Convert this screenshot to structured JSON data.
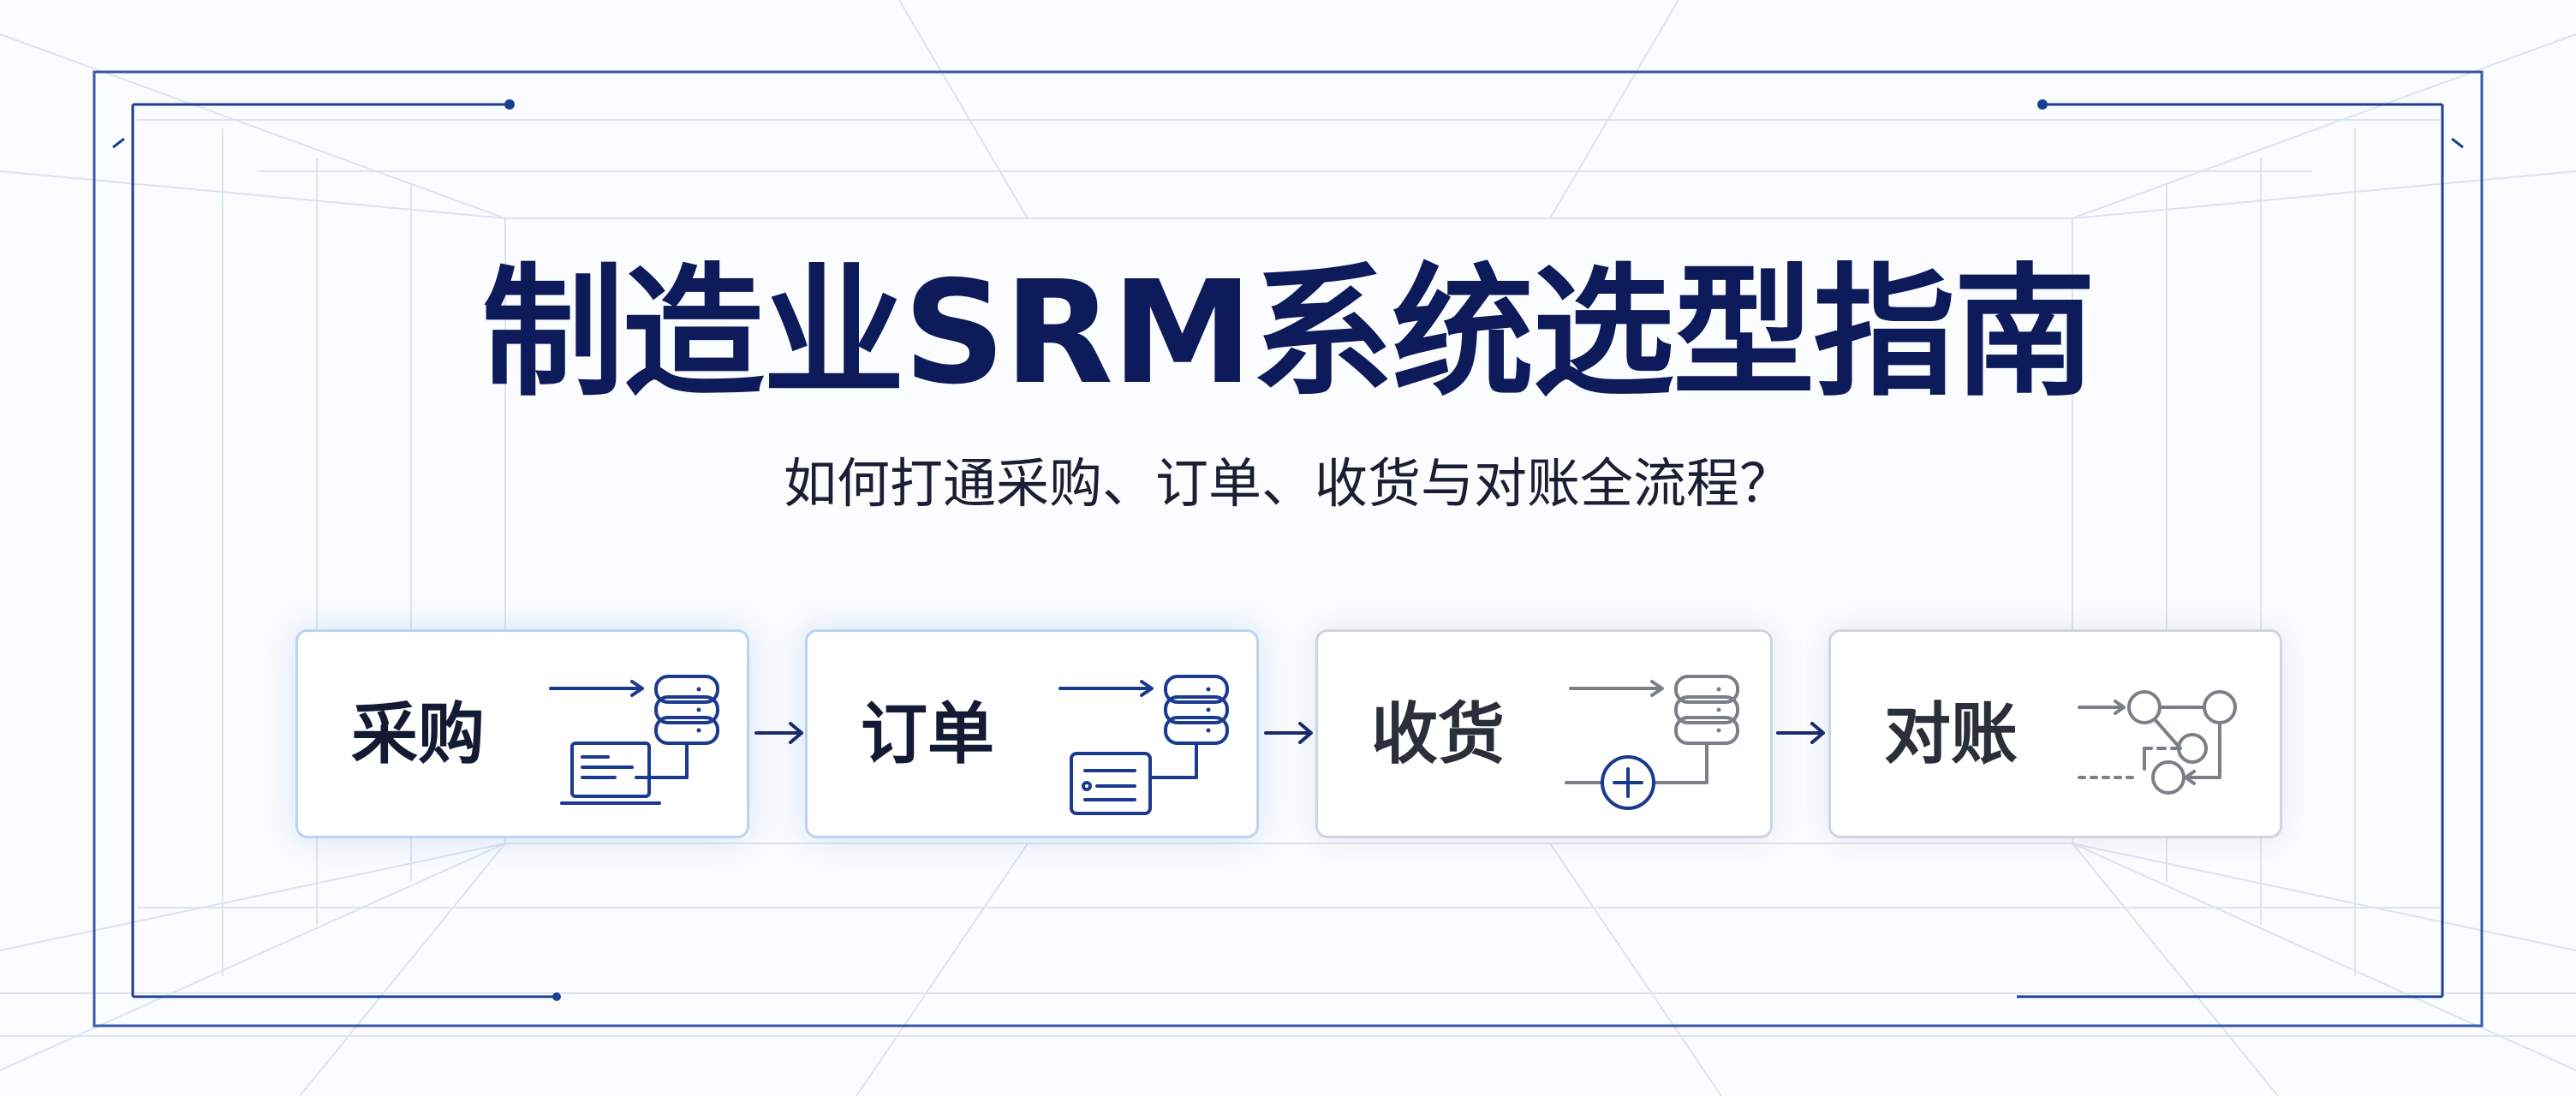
{
  "title": "制造业SRM系统选型指南",
  "subtitle": "如何打通采购、订单、收货与对账全流程？",
  "steps": [
    {
      "label": "采购",
      "icon": "laptop-database-icon"
    },
    {
      "label": "订单",
      "icon": "invoice-database-icon"
    },
    {
      "label": "收货",
      "icon": "add-database-icon"
    },
    {
      "label": "对账",
      "icon": "reconciliation-flow-icon"
    }
  ],
  "colors": {
    "title": "#0e1b5b",
    "accent_blue": "#1a3a8f",
    "frame": "#2a4a9e",
    "gray_icon": "#7a7f88"
  }
}
